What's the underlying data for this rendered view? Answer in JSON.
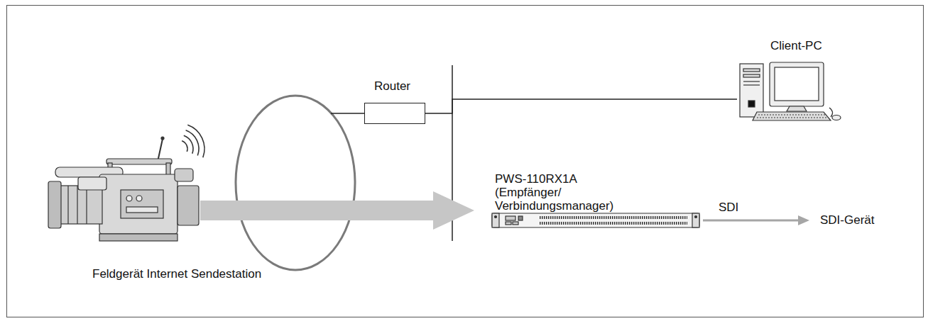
{
  "diagram": {
    "nodes": [
      {
        "text": [
          "Feldgerät Internet Sendestation"
        ]
      },
      {
        "text": [
          "Router"
        ]
      },
      {
        "text": [
          "Client-PC"
        ]
      },
      {
        "text": [
          "PWS-110RX1A (Empfänger/ Verbindungsmanager)"
        ]
      },
      {
        "text": [
          "SDI-Gerät"
        ]
      }
    ],
    "edges": [
      {
        "from": 0,
        "to": 3,
        "arrow": "to"
      },
      {
        "from": 1,
        "to": 2,
        "arrow": "none"
      },
      {
        "from": 3,
        "to": 4,
        "label": "SDI",
        "arrow": "to"
      }
    ]
  }
}
